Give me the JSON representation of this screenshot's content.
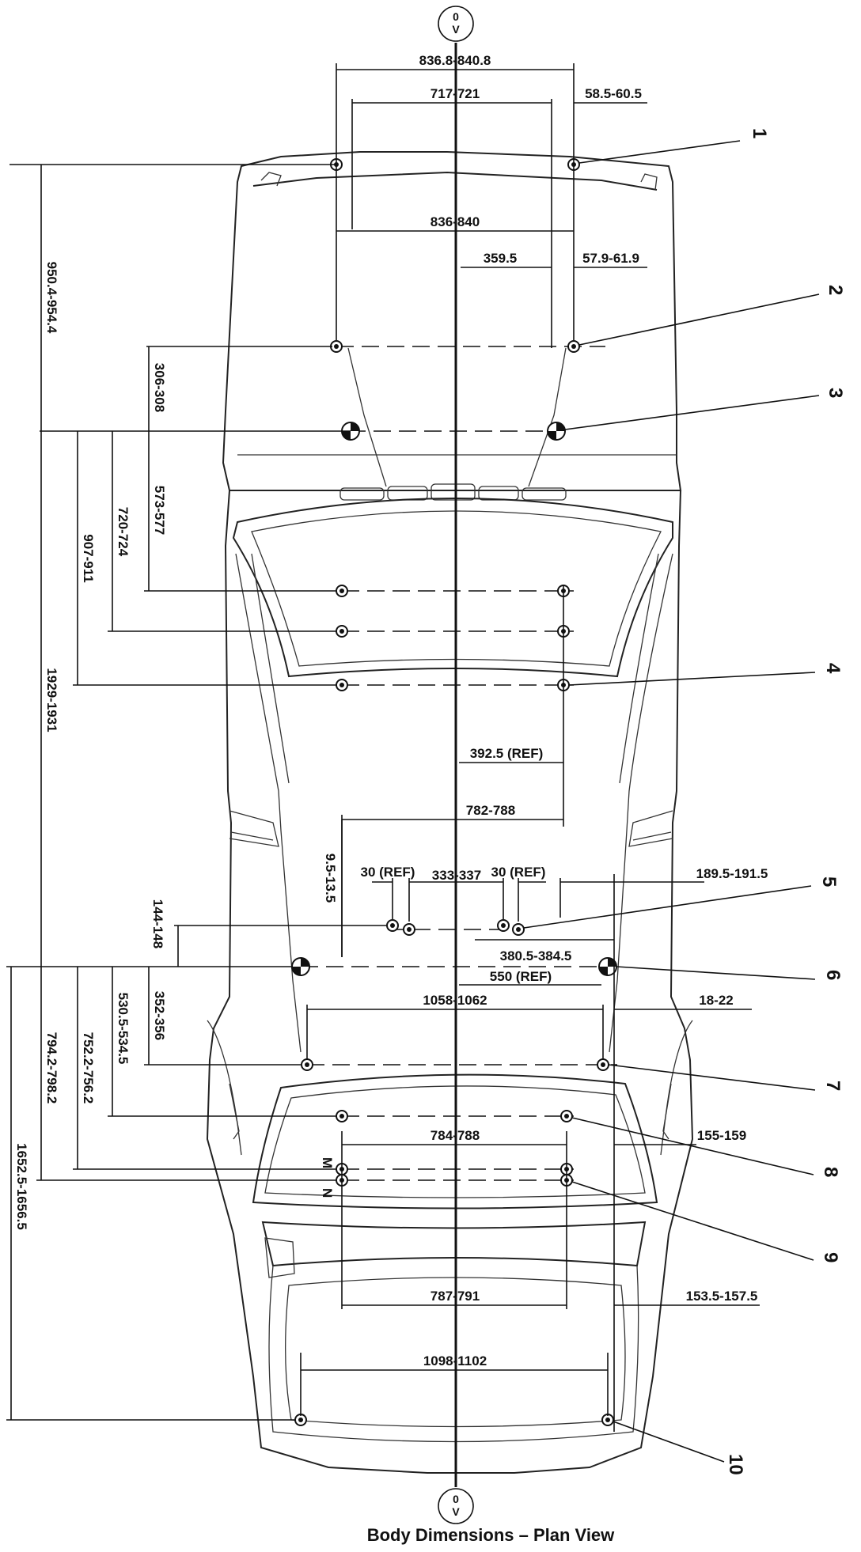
{
  "caption": "Body Dimensions – Plan View",
  "datum_label": "0\nV",
  "callouts": [
    "1",
    "2",
    "3",
    "4",
    "5",
    "6",
    "7",
    "8",
    "9",
    "10"
  ],
  "hole_labels": [
    "M",
    "N"
  ],
  "dimensions": {
    "w_836_8": "836.8-840.8",
    "w_717": "717-721",
    "w_58_5": "58.5-60.5",
    "w_836": "836-840",
    "w_359_5": "359.5",
    "w_57_9": "57.9-61.9",
    "w_392_5": "392.5 (REF)",
    "w_782": "782-788",
    "w_30_ref_l": "30 (REF)",
    "w_333": "333-337",
    "w_30_ref_r": "30 (REF)",
    "w_189_5": "189.5-191.5",
    "w_380_5": "380.5-384.5",
    "w_550": "550 (REF)",
    "w_1058": "1058-1062",
    "w_18": "18-22",
    "w_784": "784-788",
    "w_155": "155-159",
    "w_787": "787-791",
    "w_153_5": "153.5-157.5",
    "w_1098": "1098-1102",
    "v_950_4": "950.4-954.4",
    "v_306": "306-308",
    "v_573": "573-577",
    "v_720": "720-724",
    "v_907": "907-911",
    "v_1929": "1929-1931",
    "v_9_5": "9.5-13.5",
    "v_144": "144-148",
    "v_352": "352-356",
    "v_530_5": "530.5-534.5",
    "v_752_2": "752.2-756.2",
    "v_794_2": "794.2-798.2",
    "v_1652_5": "1652.5-1656.5"
  }
}
